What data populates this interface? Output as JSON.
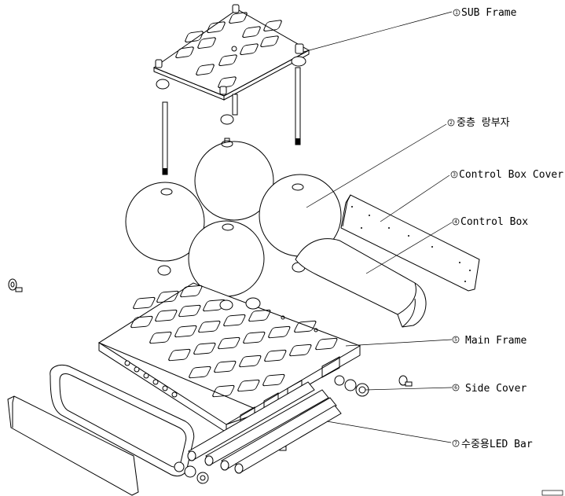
{
  "callouts": [
    {
      "number": "1",
      "text": "SUB Frame"
    },
    {
      "number": "2",
      "text": "중층 랑부자"
    },
    {
      "number": "3",
      "text": "Control Box Cover"
    },
    {
      "number": "4",
      "text": "Control Box"
    },
    {
      "number": "5",
      "text": "Main Frame"
    },
    {
      "number": "6",
      "text": "Side Cover"
    },
    {
      "number": "7",
      "text": "수중용LED Bar"
    }
  ]
}
